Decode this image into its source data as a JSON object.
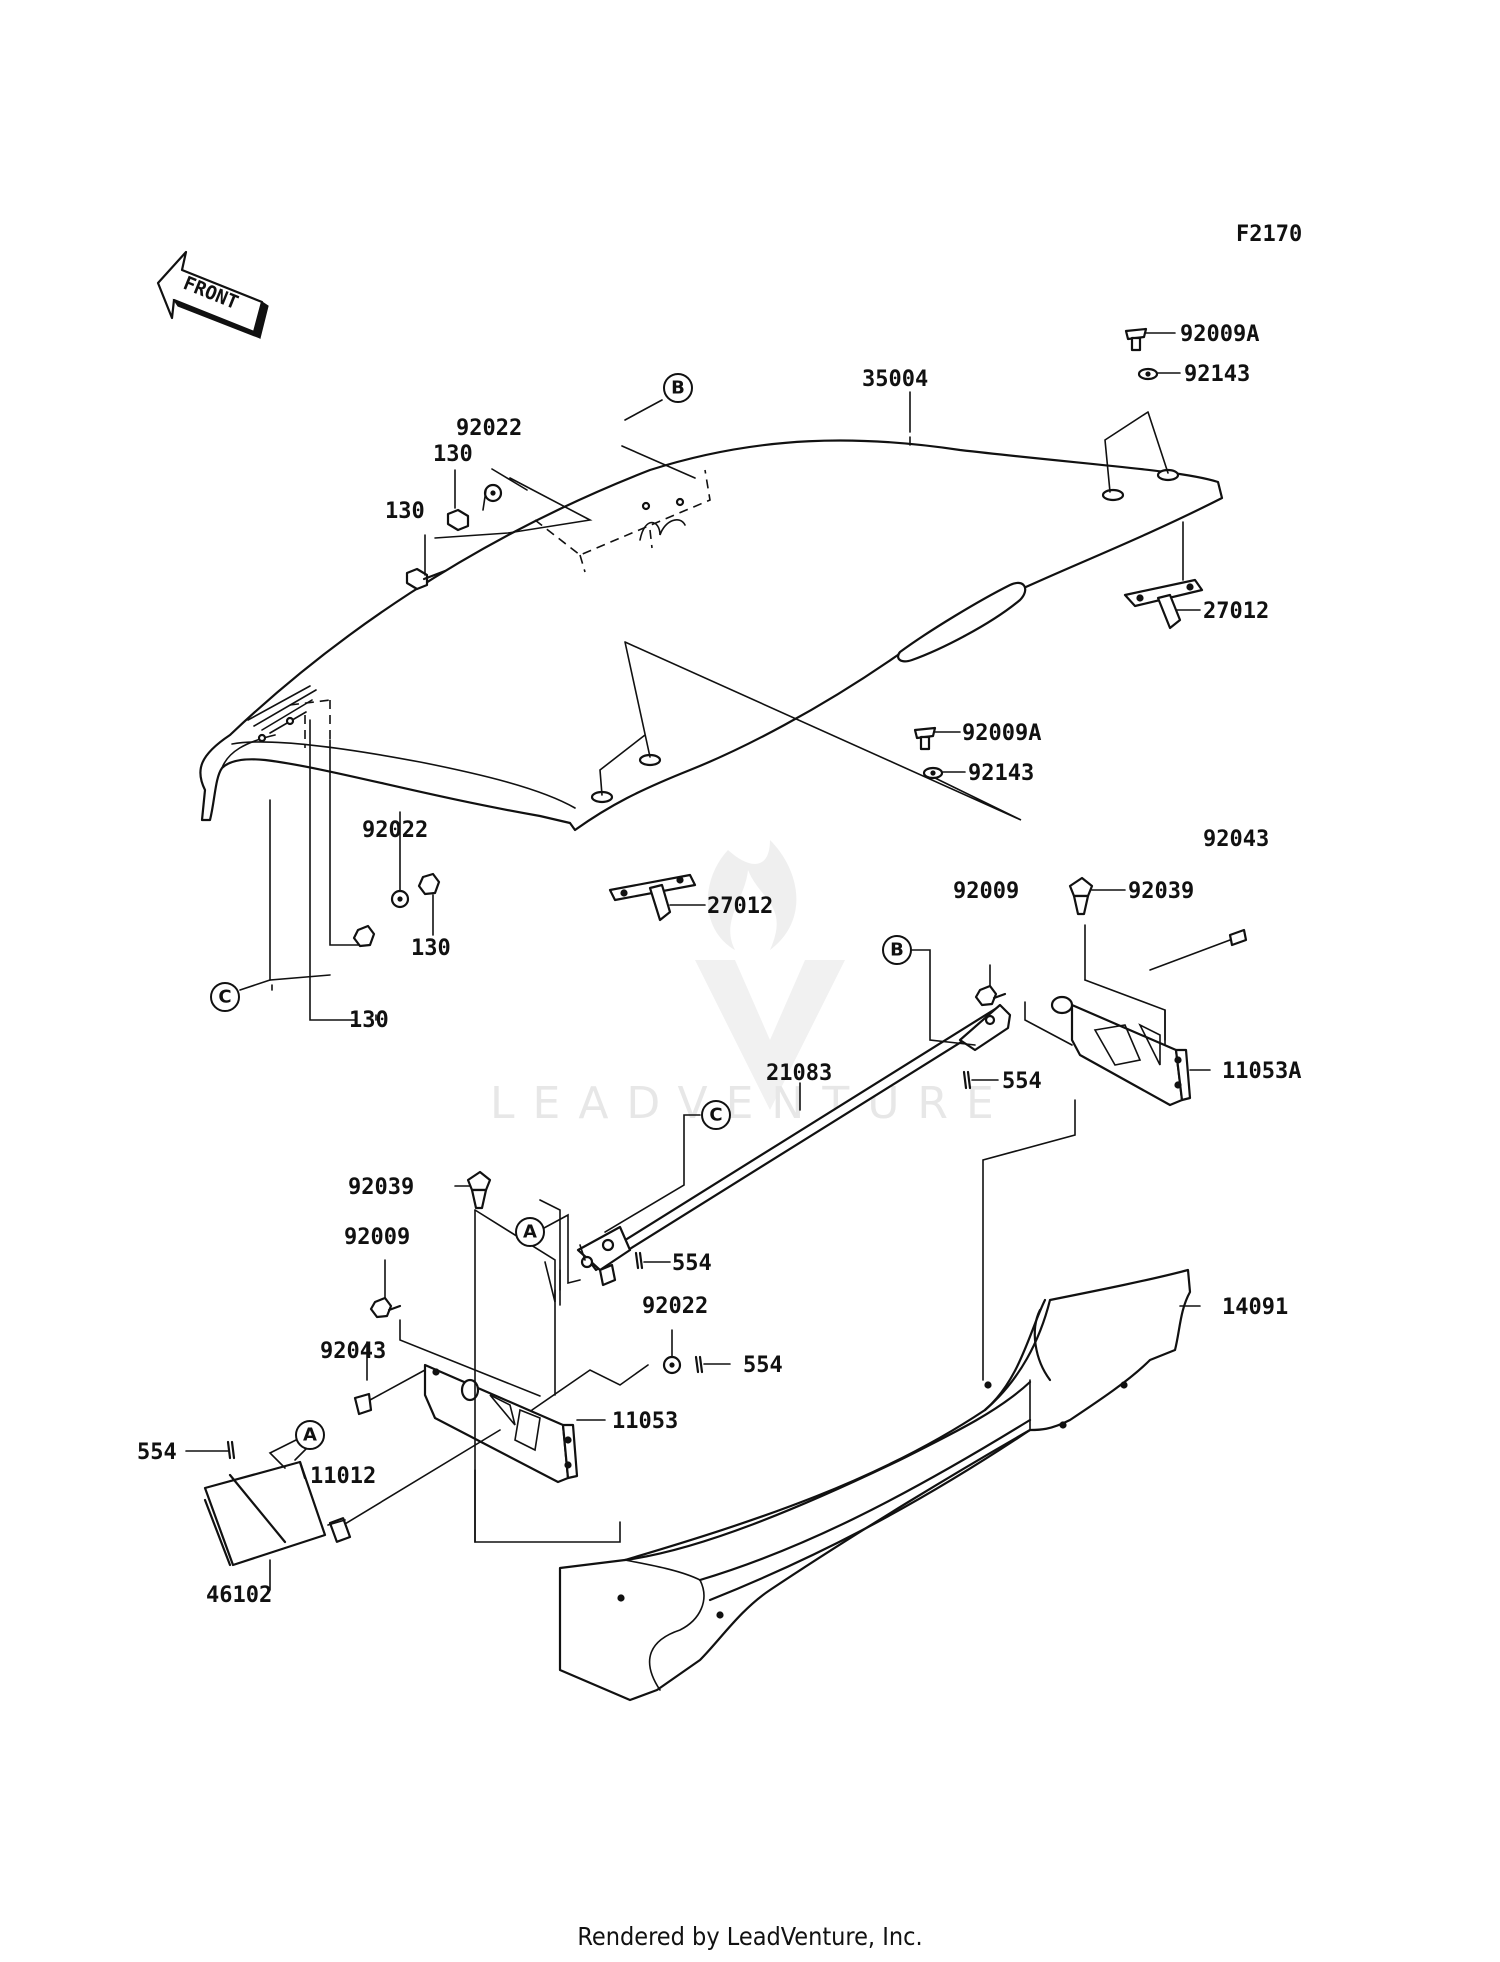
{
  "figure_code": "F2170",
  "front_label": "FRONT",
  "watermark": "LEADVENTURE",
  "footer": "Rendered by LeadVenture, Inc.",
  "callouts": {
    "A": "A",
    "B": "B",
    "C": "C"
  },
  "parts": [
    {
      "id": "p35004",
      "number": "35004"
    },
    {
      "id": "p92009A_top",
      "number": "92009A"
    },
    {
      "id": "p92143_top",
      "number": "92143"
    },
    {
      "id": "p27012_right",
      "number": "27012"
    },
    {
      "id": "p92022_top",
      "number": "92022"
    },
    {
      "id": "p130_a",
      "number": "130"
    },
    {
      "id": "p130_b",
      "number": "130"
    },
    {
      "id": "p92009A_mid",
      "number": "92009A"
    },
    {
      "id": "p92143_mid",
      "number": "92143"
    },
    {
      "id": "p92022_left",
      "number": "92022"
    },
    {
      "id": "p130_c",
      "number": "130"
    },
    {
      "id": "p130_d",
      "number": "130"
    },
    {
      "id": "p27012_left",
      "number": "27012"
    },
    {
      "id": "p92043_right",
      "number": "92043"
    },
    {
      "id": "p92009_right",
      "number": "92009"
    },
    {
      "id": "p92039_right",
      "number": "92039"
    },
    {
      "id": "p11053A",
      "number": "11053A"
    },
    {
      "id": "p554_a",
      "number": "554"
    },
    {
      "id": "p21083",
      "number": "21083"
    },
    {
      "id": "p92039_left",
      "number": "92039"
    },
    {
      "id": "p92009_left",
      "number": "92009"
    },
    {
      "id": "p554_b",
      "number": "554"
    },
    {
      "id": "p92022_low",
      "number": "92022"
    },
    {
      "id": "p554_c",
      "number": "554"
    },
    {
      "id": "p92043_left",
      "number": "92043"
    },
    {
      "id": "p11053",
      "number": "11053"
    },
    {
      "id": "p14091",
      "number": "14091"
    },
    {
      "id": "p554_d",
      "number": "554"
    },
    {
      "id": "p11012",
      "number": "11012"
    },
    {
      "id": "p46102",
      "number": "46102"
    }
  ]
}
